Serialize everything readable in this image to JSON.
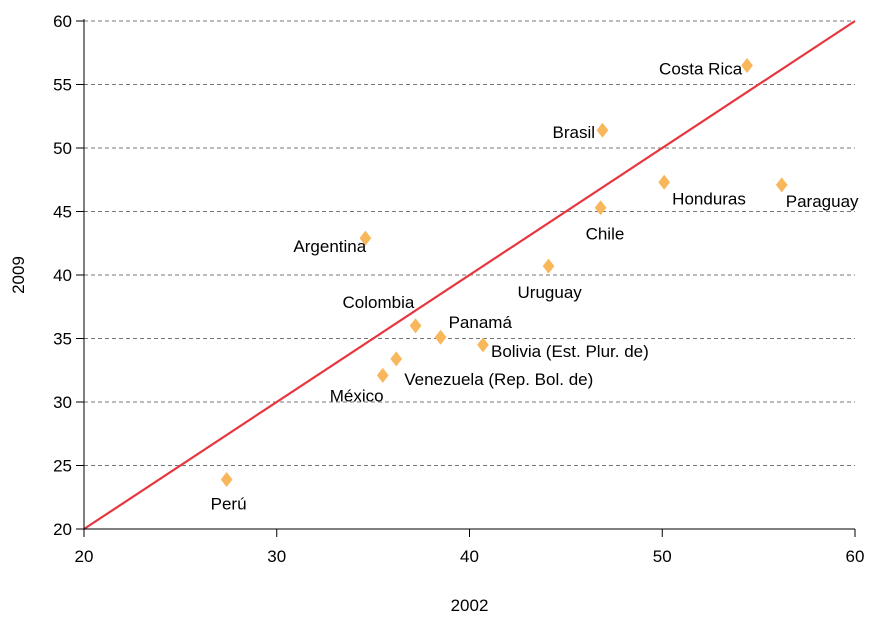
{
  "chart_data": {
    "type": "scatter",
    "xlabel": "2002",
    "ylabel": "2009",
    "xlim": [
      20,
      60
    ],
    "ylim": [
      20,
      60
    ],
    "xticks": [
      20,
      30,
      40,
      50,
      60
    ],
    "yticks": [
      20,
      25,
      30,
      35,
      40,
      45,
      50,
      55,
      60
    ],
    "grid": "horizontal dashed",
    "reference_line": {
      "from": [
        20,
        20
      ],
      "to": [
        60,
        60
      ],
      "color": "#e8363f"
    },
    "marker": {
      "shape": "diamond",
      "color": "#f7b75a"
    },
    "points": [
      {
        "label": "Costa Rica",
        "x": 54.4,
        "y": 56.5
      },
      {
        "label": "Brasil",
        "x": 46.9,
        "y": 51.4
      },
      {
        "label": "Honduras",
        "x": 50.1,
        "y": 47.3
      },
      {
        "label": "Paraguay",
        "x": 56.2,
        "y": 47.1
      },
      {
        "label": "Chile",
        "x": 46.8,
        "y": 45.3
      },
      {
        "label": "Argentina",
        "x": 34.6,
        "y": 42.9
      },
      {
        "label": "Uruguay",
        "x": 44.1,
        "y": 40.7
      },
      {
        "label": "Colombia",
        "x": 37.2,
        "y": 36.0
      },
      {
        "label": "Panamá",
        "x": 38.5,
        "y": 35.1
      },
      {
        "label": "Bolivia (Est. Plur. de)",
        "x": 40.7,
        "y": 34.5
      },
      {
        "label": "Venezuela (Rep. Bol. de)",
        "x": 36.2,
        "y": 33.4
      },
      {
        "label": "México",
        "x": 35.5,
        "y": 32.1
      },
      {
        "label": "Perú",
        "x": 27.4,
        "y": 23.9
      }
    ]
  }
}
